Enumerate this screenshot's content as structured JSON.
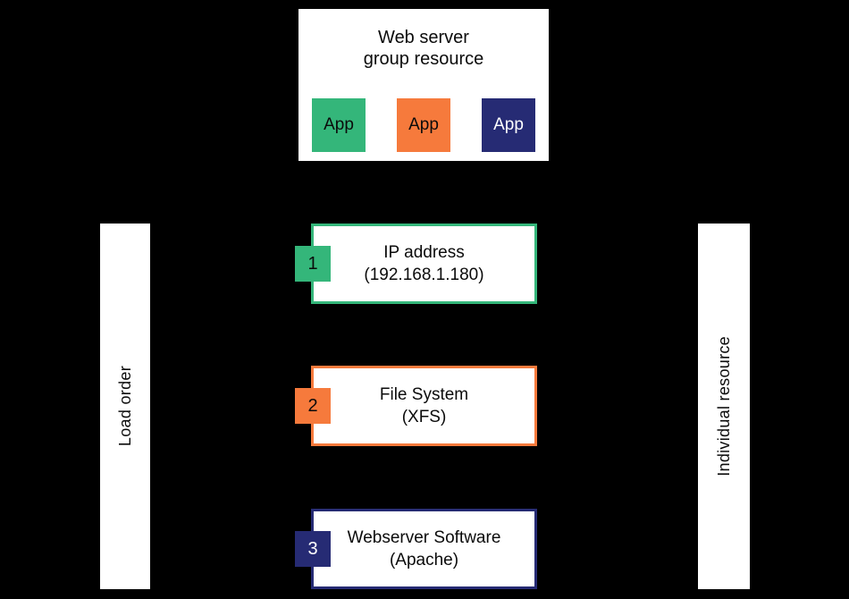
{
  "colors": {
    "background": "#000000",
    "green": "#34B67A",
    "orange": "#F67A3C",
    "navy": "#262B74",
    "box_bg": "#FFFFFF",
    "text_dark": "#0B0B0B",
    "text_light": "#FFFFFF"
  },
  "group_box": {
    "title_line1": "Web server",
    "title_line2": "group resource",
    "apps": [
      {
        "label": "App",
        "color": "#34B67A",
        "text_color": "#0B0B0B"
      },
      {
        "label": "App",
        "color": "#F67A3C",
        "text_color": "#0B0B0B"
      },
      {
        "label": "App",
        "color": "#262B74",
        "text_color": "#FFFFFF"
      }
    ]
  },
  "load_order": [
    {
      "number": "1",
      "name": "IP address",
      "detail": "(192.168.1.180)",
      "color": "#34B67A",
      "number_text_color": "#0B0B0B"
    },
    {
      "number": "2",
      "name": "File System",
      "detail": "(XFS)",
      "color": "#F67A3C",
      "number_text_color": "#0B0B0B"
    },
    {
      "number": "3",
      "name": "Webserver Software",
      "detail": "(Apache)",
      "color": "#262B74",
      "number_text_color": "#FFFFFF"
    }
  ],
  "side_labels": {
    "left": "Load order",
    "right": "Individual resource"
  }
}
